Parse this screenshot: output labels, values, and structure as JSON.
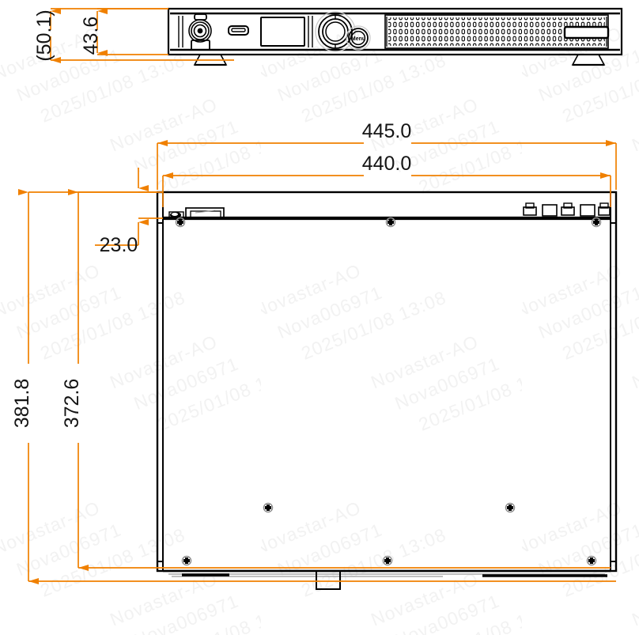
{
  "drawing": {
    "title": "Mechanical dimension drawing - rackmount controller",
    "units": "mm",
    "line_color": "#000000",
    "dimension_color": "#F08000",
    "text_color": "#141414",
    "background": "#ffffff"
  },
  "dimensions": {
    "height_overall": "(50.1)",
    "height_body": "43.6",
    "width_with_ears": "445.0",
    "width_chassis": "440.0",
    "depth_overall": "381.8",
    "depth_body": "372.6",
    "ear_offset": "23.0"
  },
  "views": {
    "front_elevation": {
      "name": "front-elevation-view",
      "features": [
        "power-connector",
        "usb-port",
        "lcd-display",
        "rotary-knob",
        "menu-button",
        "ventilation-grille",
        "brand-badge"
      ]
    },
    "top_plan": {
      "name": "top-plan-view",
      "features": [
        "mounting-ear-left",
        "mounting-ear-right",
        "rear-connectors",
        "chassis-screws",
        "bottom-foot-tab"
      ]
    }
  },
  "watermark": {
    "line1": "Novastar-AO",
    "line2": "Nova006971",
    "line3": "2025/01/08 13:08"
  }
}
